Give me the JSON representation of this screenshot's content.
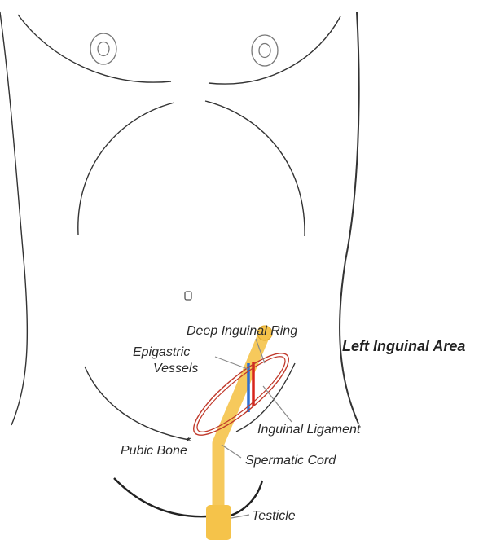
{
  "labels": {
    "title": "Left Inguinal Area",
    "deep_ring": "Deep Inguinal Ring",
    "epigastric_line1": "Epigastric",
    "epigastric_line2": "Vessels",
    "ligament": "Inguinal Ligament",
    "pubic": "Pubic Bone",
    "pubic_marker": "*",
    "cord": "Spermatic Cord",
    "testicle": "Testicle"
  },
  "colors": {
    "outline": "#333333",
    "leader": "#8a8a8a",
    "ligament": "#c0392b",
    "cord": "#f5c34a",
    "artery": "#d8241c",
    "vein": "#2f6fd0"
  }
}
